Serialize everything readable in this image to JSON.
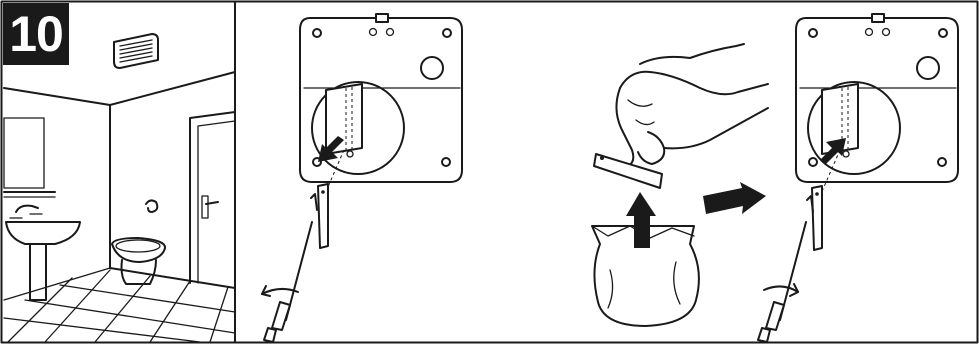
{
  "step": {
    "number": "10"
  },
  "panels": [
    {
      "id": "bathroom-scene",
      "icon": "bathroom-scene-icon"
    },
    {
      "id": "unit-removal-step",
      "icon": "extractor-unit-icon"
    },
    {
      "id": "filter-disposal-step",
      "icon": "hand-filter-bag-icon"
    },
    {
      "id": "unit-refit-step",
      "icon": "extractor-unit-icon"
    }
  ],
  "colors": {
    "ink": "#1a1a1a",
    "paper": "#ffffff"
  }
}
